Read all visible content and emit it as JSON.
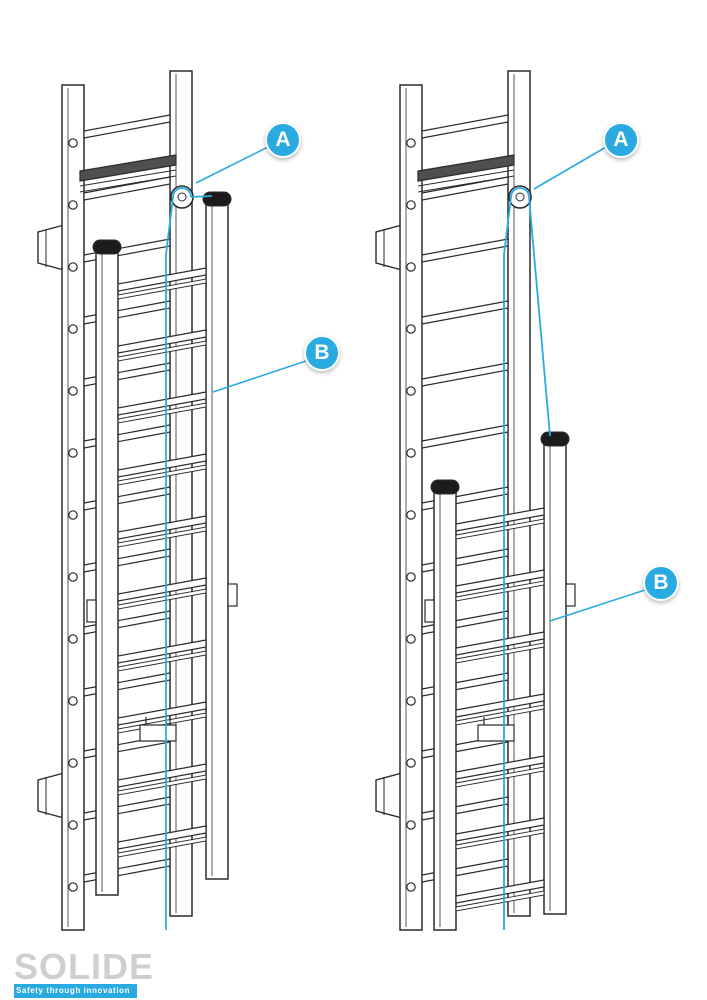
{
  "colors": {
    "accent": "#29abe2",
    "line": "#2b2b2b",
    "logo_grey": "#cfcfcf"
  },
  "labels": {
    "a": "A",
    "b": "B"
  },
  "logo": {
    "text": "SOLIDE",
    "tagline": "Safety through innovation"
  }
}
